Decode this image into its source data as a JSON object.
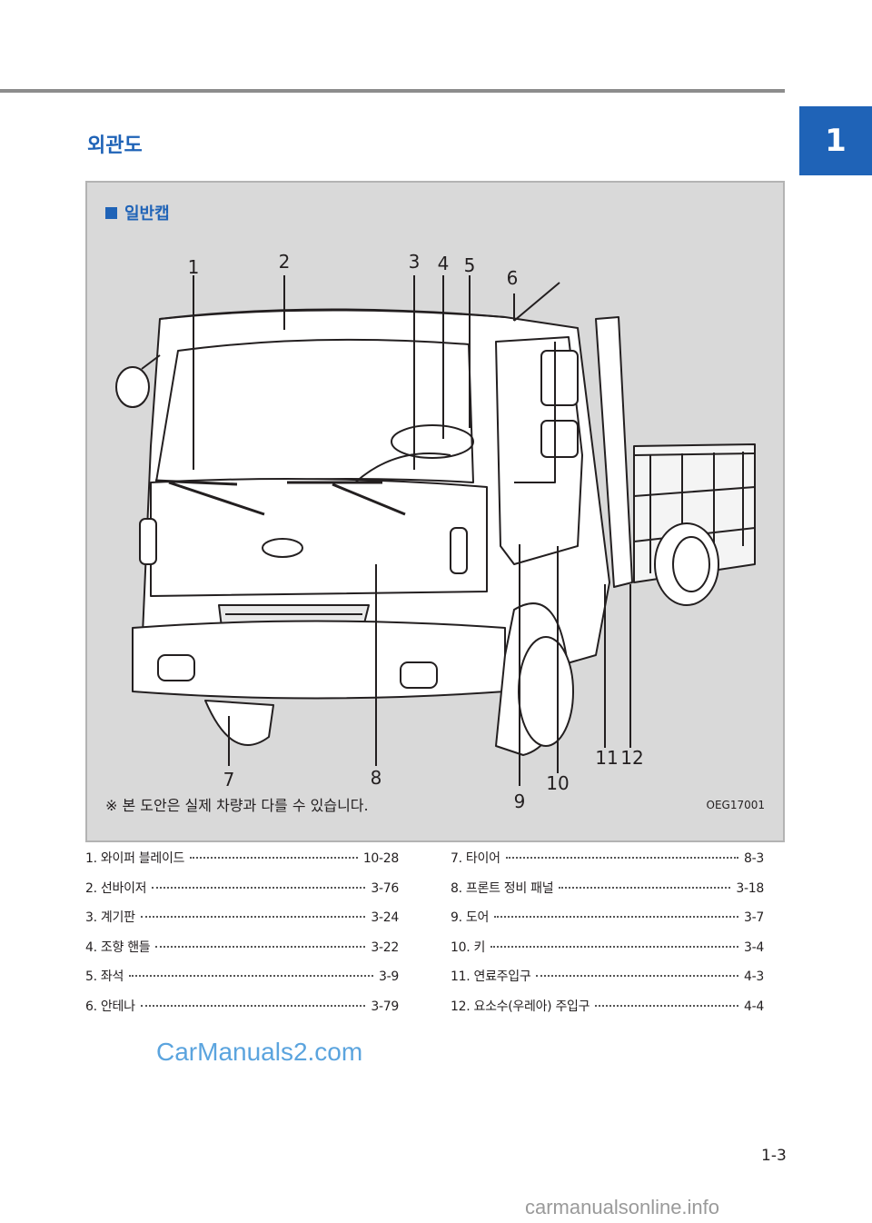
{
  "chapter": "1",
  "section_title": "외관도",
  "figure": {
    "title": "일반캡",
    "note": "※ 본 도안은 실제 차량과 다를 수 있습니다.",
    "code": "OEG17001",
    "callouts": [
      "1",
      "2",
      "3",
      "4",
      "5",
      "6",
      "7",
      "8",
      "9",
      "10",
      "11",
      "12"
    ]
  },
  "legend_left": [
    {
      "label": "1. 와이퍼 블레이드",
      "page": "10-28"
    },
    {
      "label": "2. 선바이저",
      "page": "3-76"
    },
    {
      "label": "3. 계기판",
      "page": "3-24"
    },
    {
      "label": "4. 조향 핸들",
      "page": "3-22"
    },
    {
      "label": "5. 좌석",
      "page": "3-9"
    },
    {
      "label": "6. 안테나",
      "page": "3-79"
    }
  ],
  "legend_right": [
    {
      "label": "7. 타이어",
      "page": "8-3"
    },
    {
      "label": "8. 프론트 정비 패널",
      "page": "3-18"
    },
    {
      "label": "9. 도어",
      "page": "3-7"
    },
    {
      "label": "10. 키",
      "page": "3-4"
    },
    {
      "label": "11. 연료주입구",
      "page": "4-3"
    },
    {
      "label": "12. 요소수(우레아) 주입구",
      "page": "4-4"
    }
  ],
  "watermark": "CarManuals2.com",
  "page_number": "1-3",
  "footer_site": "carmanualsonline.info",
  "colors": {
    "accent": "#1f63b7",
    "figure_bg": "#d9d9d9",
    "rule": "#8c8c8c"
  }
}
